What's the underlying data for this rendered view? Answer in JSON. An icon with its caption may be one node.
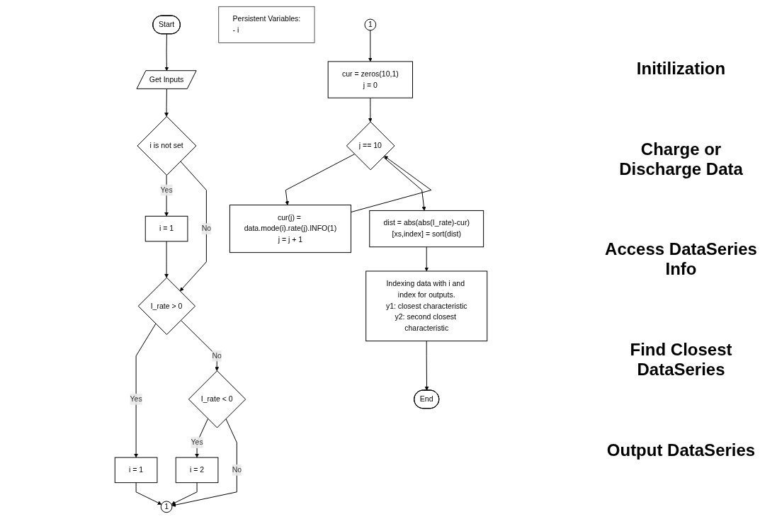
{
  "diagram": {
    "nodes": [
      {
        "text": [
          "Start"
        ]
      },
      {
        "text": [
          "Get Inputs"
        ]
      },
      {
        "text": [
          "i is not set"
        ]
      },
      {
        "text": [
          "i = 1"
        ]
      },
      {
        "text": [
          "I_rate > 0"
        ]
      },
      {
        "text": [
          "i = 1"
        ]
      },
      {
        "text": [
          "I_rate < 0"
        ]
      },
      {
        "text": [
          "i = 2"
        ]
      },
      {
        "text": [
          "1"
        ]
      },
      {
        "text": [
          "Persistent Variables:",
          "- i"
        ]
      },
      {
        "text": [
          "1"
        ]
      },
      {
        "text": [
          "cur = zeros(10,1)",
          "j = 0"
        ]
      },
      {
        "text": [
          "j == 10"
        ]
      },
      {
        "text": [
          "cur(j) = data.mode(i).rate(j).INFO(1)",
          "j = j + 1"
        ]
      },
      {
        "text": [
          "dist = abs(abs(I_rate)-cur)",
          "[xs,index] = sort(dist)"
        ]
      },
      {
        "text": [
          "Indexing data with i and index for outputs.",
          "y1: closest characteristic",
          "y2: second closest characteristic"
        ]
      },
      {
        "text": [
          "End"
        ]
      }
    ],
    "edges": [
      {
        "from": 0,
        "to": 1,
        "arrow": "to"
      },
      {
        "from": 1,
        "to": 2,
        "arrow": "to"
      },
      {
        "from": 2,
        "to": 3,
        "arrow": "to",
        "label": "Yes"
      },
      {
        "from": 2,
        "to": 4,
        "arrow": "to",
        "label": "No"
      },
      {
        "from": 3,
        "to": 4,
        "arrow": "to"
      },
      {
        "from": 4,
        "to": 5,
        "arrow": "to",
        "label": "Yes"
      },
      {
        "from": 4,
        "to": 6,
        "arrow": "to",
        "label": "No"
      },
      {
        "from": 6,
        "to": 7,
        "arrow": "to",
        "label": "Yes"
      },
      {
        "from": 5,
        "to": 8,
        "arrow": "to"
      },
      {
        "from": 7,
        "to": 8,
        "arrow": "to"
      },
      {
        "from": 6,
        "to": 8,
        "arrow": "to",
        "label": "No"
      },
      {
        "from": 10,
        "to": 11,
        "arrow": "to"
      },
      {
        "from": 11,
        "to": 12,
        "arrow": "to"
      },
      {
        "from": 12,
        "to": 13,
        "arrow": "to"
      },
      {
        "from": 13,
        "to": 12,
        "arrow": "to"
      },
      {
        "from": 12,
        "to": 14,
        "arrow": "to"
      },
      {
        "from": 14,
        "to": 15,
        "arrow": "to"
      },
      {
        "from": 15,
        "to": 16,
        "arrow": "to"
      }
    ],
    "labels": [
      "Initilization",
      "Charge or Discharge Data",
      "Access DataSeries Info",
      "Find Closest DataSeries",
      "Output DataSeries"
    ]
  }
}
